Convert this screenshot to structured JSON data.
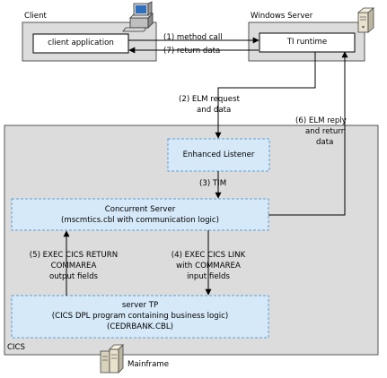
{
  "client": {
    "title": "Client",
    "app_label": "client application",
    "icon": "desktop-computer-icon"
  },
  "windows_server": {
    "title": "Windows Server",
    "runtime_label": "TI runtime",
    "icon": "server-tower-icon"
  },
  "arrows": {
    "method_call": "(1) method call",
    "return_data": "(7) return data",
    "elm_request_1": "(2) ELM request",
    "elm_request_2": "and data",
    "tim": "(3) TIM",
    "elm_reply_1": "(6) ELM reply",
    "elm_reply_2": "and return",
    "elm_reply_3": "data",
    "exec_return_1": "(5) EXEC CICS RETURN",
    "exec_return_2": "COMMAREA",
    "exec_return_3": "output fields",
    "exec_link_1": "(4) EXEC CICS LINK",
    "exec_link_2": "with COMMAREA",
    "exec_link_3": "input fields"
  },
  "mainframe": {
    "cics_label": "CICS",
    "enhanced_listener": "Enhanced Listener",
    "concurrent_server_1": "Concurrent Server",
    "concurrent_server_2": "(mscmtics.cbl with communication logic)",
    "server_tp_1": "server TP",
    "server_tp_2": "(CICS DPL program containing business logic)",
    "server_tp_3": "(CEDRBANK.CBL)",
    "label": "Mainframe",
    "icon": "mainframe-server-icon"
  },
  "colors": {
    "region_fill": "#dcdcdc",
    "box_fill": "#d6e9f8",
    "box_border": "#5aa0d6"
  }
}
